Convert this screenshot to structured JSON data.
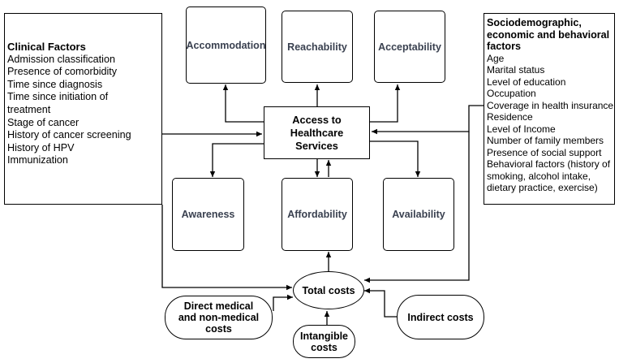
{
  "center": {
    "label": "Access to Healthcare Services"
  },
  "dimensions": {
    "top": [
      "Accommodation",
      "Reachability",
      "Acceptability"
    ],
    "bottom": [
      "Awareness",
      "Affordability",
      "Availability"
    ]
  },
  "clinical": {
    "title": "Clinical Factors",
    "items": [
      "Admission classification",
      "Presence of comorbidity",
      "Time since diagnosis",
      "Time since initiation of",
      "treatment",
      "Stage of cancer",
      "History of cancer screening",
      "History of HPV",
      "Immunization"
    ]
  },
  "socio": {
    "title_lines": [
      "Sociodemographic,",
      "economic and behavioral",
      "factors"
    ],
    "items": [
      "Age",
      "Marital status",
      "Level of education",
      "Occupation",
      "Coverage in health insurance",
      "Residence",
      "Level of Income",
      "Number of family members",
      "Presence of social support",
      "Behavioral factors (history of",
      "smoking, alcohol intake,",
      "dietary practice, exercise)"
    ]
  },
  "costs": {
    "total": "Total costs",
    "direct_lines": [
      "Direct medical",
      "and non-medical",
      "costs"
    ],
    "intangible_lines": [
      "Intangible",
      "costs"
    ],
    "indirect": "Indirect costs"
  }
}
